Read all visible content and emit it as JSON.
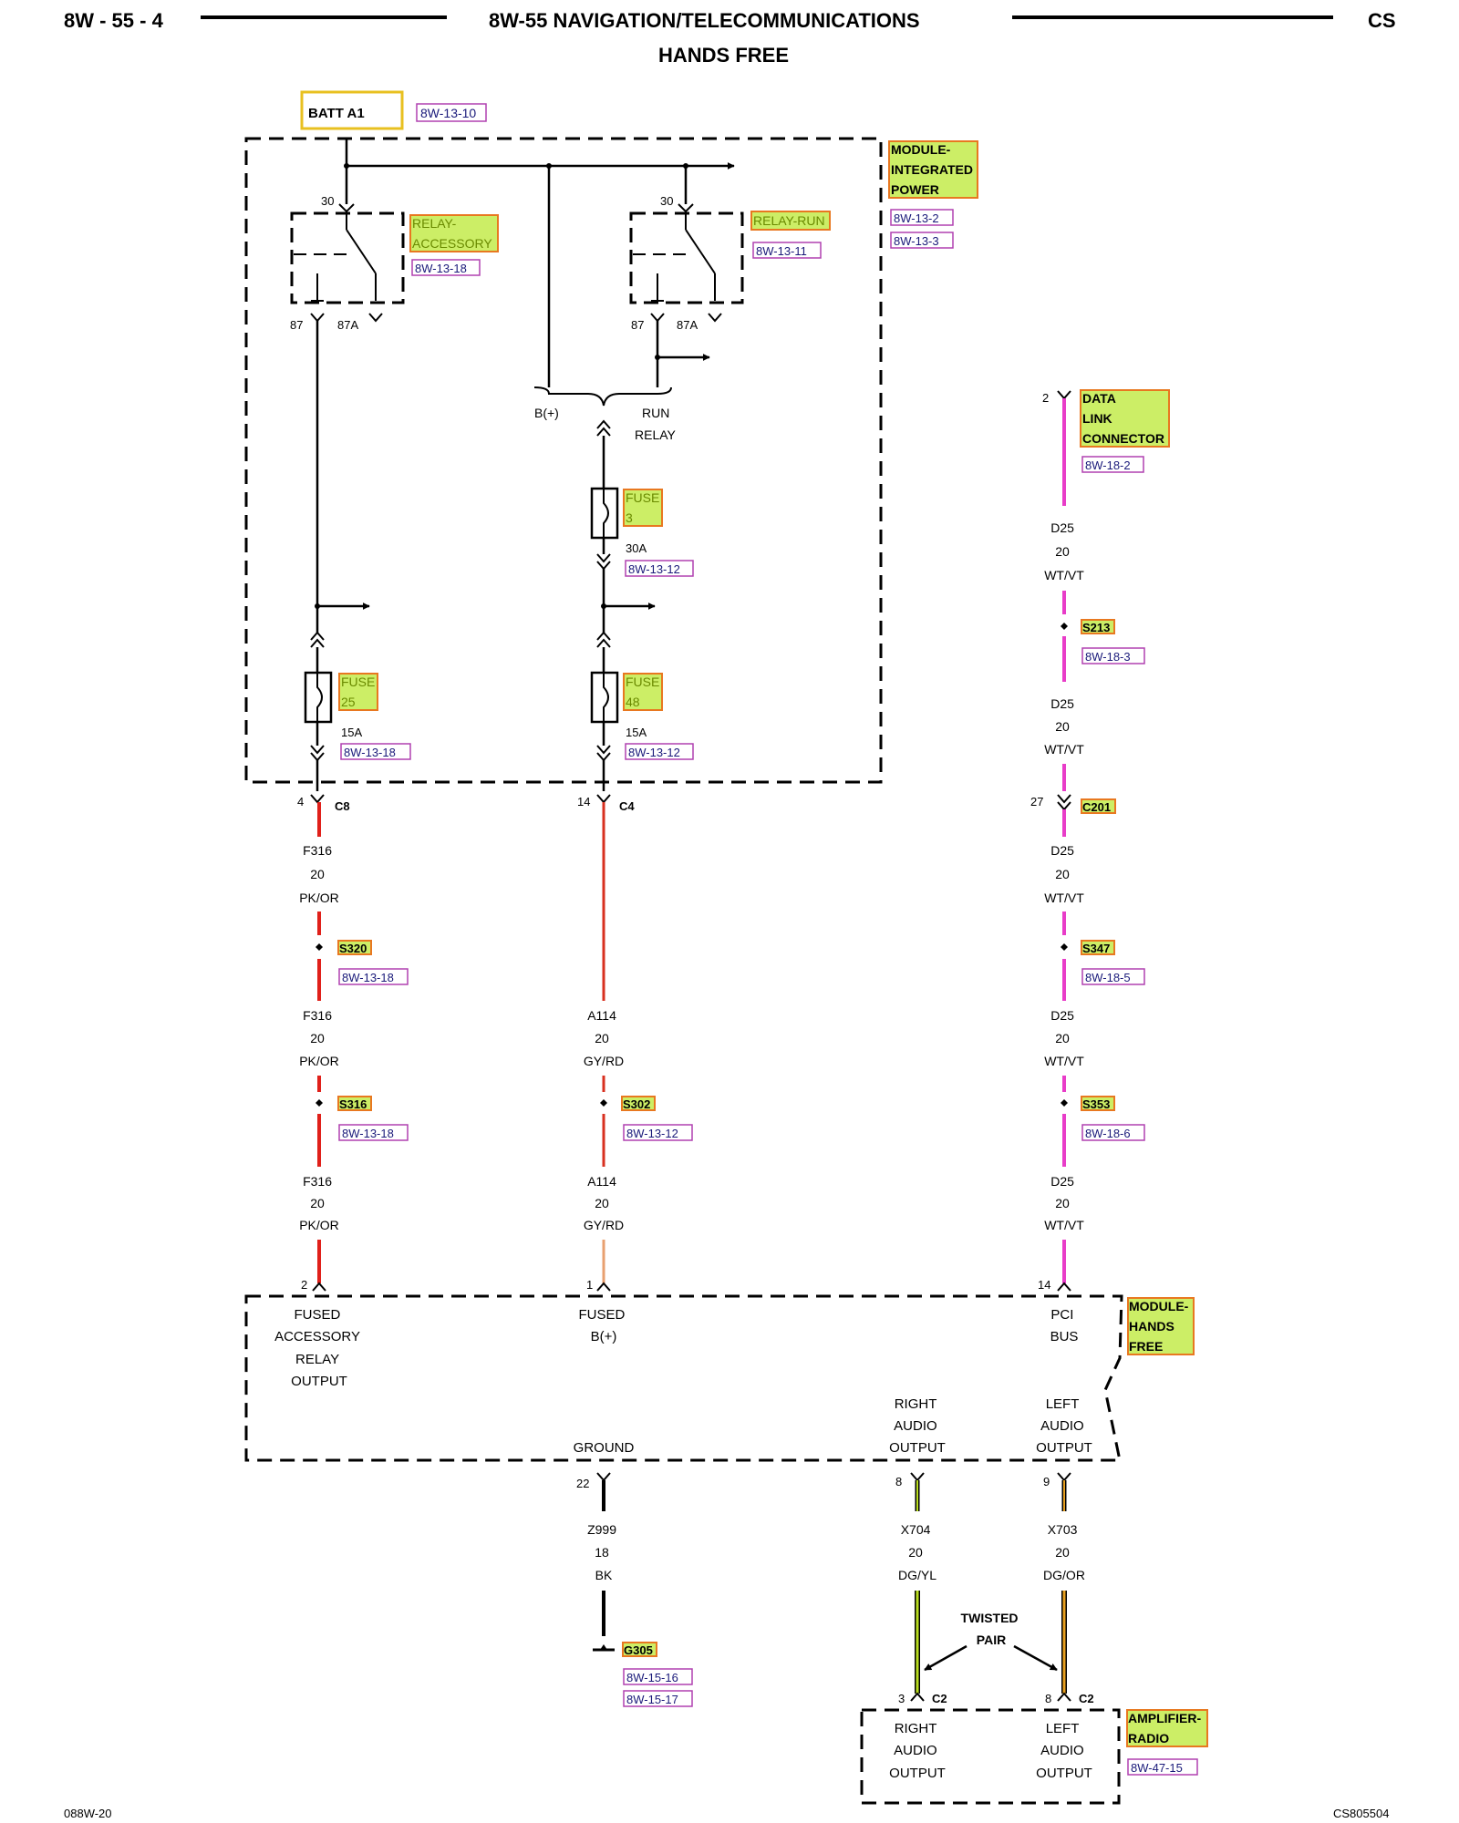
{
  "header": {
    "page_ref": "8W - 55 - 4",
    "title_line1": "8W-55 NAVIGATION/TELECOMMUNICATIONS",
    "title_line2": "HANDS FREE",
    "section_code": "CS"
  },
  "footer": {
    "left_code": "088W-20",
    "right_code": "CS805504"
  },
  "colors": {
    "red_wire": "#e0201a",
    "pink_wire": "#e83cc8",
    "dg_wire": "#b8dc1e",
    "dg_or_wire": "#e8a020",
    "label_fill": "#ccee66",
    "label_border": "#e87820",
    "ref_border": "#b040b0",
    "ref_text": "#1a1a7a"
  },
  "top": {
    "batt": "BATT A1",
    "batt_ref": "8W-13-10",
    "module_ipm": [
      "MODULE-",
      "INTEGRATED",
      "POWER"
    ],
    "module_ipm_refs": [
      "8W-13-2",
      "8W-13-3"
    ],
    "relay_acc": [
      "RELAY-",
      "ACCESSORY"
    ],
    "relay_acc_ref": "8W-13-18",
    "relay_run": "RELAY-RUN",
    "relay_run_ref": "8W-13-11",
    "relay_pins": {
      "p30": "30",
      "p87": "87",
      "p87a": "87A"
    },
    "bplus": "B(+)",
    "run_relay": [
      "RUN",
      "RELAY"
    ],
    "fuse3": [
      "FUSE",
      "3"
    ],
    "fuse3_amp": "30A",
    "fuse3_ref": "8W-13-12",
    "fuse25": [
      "FUSE",
      "25"
    ],
    "fuse25_amp": "15A",
    "fuse25_ref": "8W-13-18",
    "fuse48": [
      "FUSE",
      "48"
    ],
    "fuse48_amp": "15A",
    "fuse48_ref": "8W-13-12"
  },
  "dlc": {
    "pin": "2",
    "label": [
      "DATA",
      "LINK",
      "CONNECTOR"
    ],
    "ref": "8W-18-2"
  },
  "wires": {
    "left": {
      "pin": "4",
      "connector": "C8",
      "seg1": [
        "F316",
        "20",
        "PK/OR"
      ],
      "splice1": "S320",
      "splice1_ref": "8W-13-18",
      "seg2": [
        "F316",
        "20",
        "PK/OR"
      ],
      "splice2": "S316",
      "splice2_ref": "8W-13-18",
      "seg3": [
        "F316",
        "20",
        "PK/OR"
      ],
      "end_pin": "2"
    },
    "mid": {
      "pin": "14",
      "connector": "C4",
      "seg2": [
        "A114",
        "20",
        "GY/RD"
      ],
      "splice2": "S302",
      "splice2_ref": "8W-13-12",
      "seg3": [
        "A114",
        "20",
        "GY/RD"
      ],
      "end_pin": "1"
    },
    "right": {
      "seg0": [
        "D25",
        "20",
        "WT/VT"
      ],
      "splice0": "S213",
      "splice0_ref": "8W-18-3",
      "seg0b": [
        "D25",
        "20",
        "WT/VT"
      ],
      "pin": "27",
      "connector": "C201",
      "seg1": [
        "D25",
        "20",
        "WT/VT"
      ],
      "splice1": "S347",
      "splice1_ref": "8W-18-5",
      "seg2": [
        "D25",
        "20",
        "WT/VT"
      ],
      "splice2": "S353",
      "splice2_ref": "8W-18-6",
      "seg3": [
        "D25",
        "20",
        "WT/VT"
      ],
      "end_pin": "14"
    }
  },
  "hands_free": {
    "label": [
      "MODULE-",
      "HANDS",
      "FREE"
    ],
    "fused_acc": [
      "FUSED",
      "ACCESSORY",
      "RELAY",
      "OUTPUT"
    ],
    "fused_b": [
      "FUSED",
      "B(+)"
    ],
    "pci": [
      "PCI",
      "BUS"
    ],
    "right_audio": [
      "RIGHT",
      "AUDIO",
      "OUTPUT"
    ],
    "left_audio": [
      "LEFT",
      "AUDIO",
      "OUTPUT"
    ],
    "ground": "GROUND"
  },
  "bottom": {
    "ground_pin": "22",
    "ground_wire": [
      "Z999",
      "18",
      "BK"
    ],
    "ground_label": "G305",
    "ground_refs": [
      "8W-15-16",
      "8W-15-17"
    ],
    "right_pin": "8",
    "right_wire": [
      "X704",
      "20",
      "DG/YL"
    ],
    "left_pin": "9",
    "left_wire": [
      "X703",
      "20",
      "DG/OR"
    ],
    "twisted": [
      "TWISTED",
      "PAIR"
    ],
    "amp_right_pin": "3",
    "amp_left_pin": "8",
    "amp_connector": "C2",
    "amp_label": [
      "AMPLIFIER-",
      "RADIO"
    ],
    "amp_ref": "8W-47-15",
    "amp_right": [
      "RIGHT",
      "AUDIO",
      "OUTPUT"
    ],
    "amp_left": [
      "LEFT",
      "AUDIO",
      "OUTPUT"
    ]
  }
}
